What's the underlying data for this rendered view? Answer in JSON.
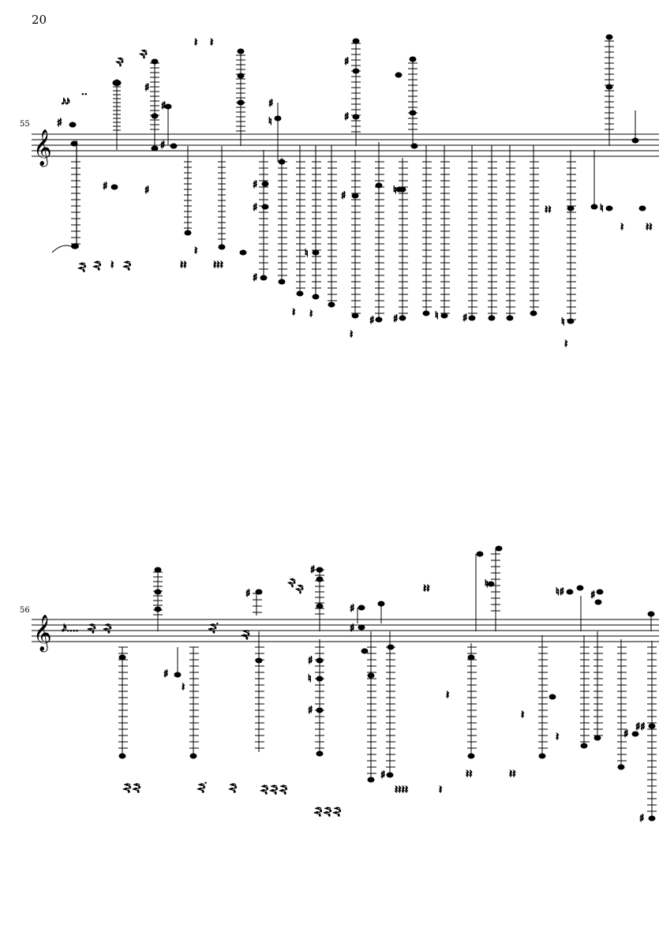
{
  "page": {
    "number": "20"
  },
  "systems": [
    {
      "measure": "55"
    },
    {
      "measure": "56"
    }
  ]
}
